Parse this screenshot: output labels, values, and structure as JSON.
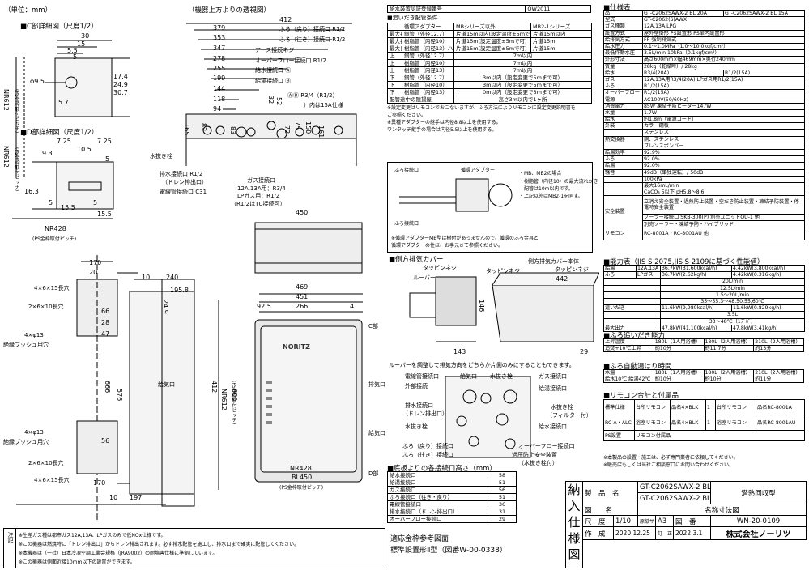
{
  "unit_label": "（単位：mm）",
  "pipe_detail": {
    "c_title": "■C部詳細図（尺度1/2）",
    "c_dims": [
      "30",
      "15",
      "5.5",
      "5",
      "φ9.5",
      "5.7",
      "17.4",
      "24.9",
      "30.7",
      "NR612",
      "(PS金枠取付ピッチ)"
    ],
    "d_title": "■D部詳細図（尺度1/2）",
    "d_dims": [
      "7.25",
      "7.25",
      "10.5",
      "5",
      "9.3",
      "NR612",
      "(PS金枠取付ピッチ)",
      "16.3",
      "5",
      "15.5",
      "5",
      "15.5",
      "NR428",
      "(PS金枠取付ピッチ)"
    ]
  },
  "top_view": {
    "title": "（機器上方よりの透視図）",
    "dims": [
      "412",
      "379",
      "353",
      "347",
      "278",
      "255",
      "199",
      "144",
      "118",
      "94",
      "83",
      "52",
      "32",
      "165",
      "82",
      "72",
      "75",
      "150",
      "161"
    ],
    "labels": [
      "ふろ（戻り）接続口 R1/2",
      "ふろ（往き）接続口 R1/2",
      "アース接続ネジ",
      "オーバーフロー接続口 R1/2",
      "給水接続口 Ⓐ",
      "給湯接続口 Ⓑ",
      "ⒶⒷ R3/4（R1/2）",
      "）内は15A仕様",
      "水抜き栓",
      "排水接続口 R1/2",
      "（ドレン排出口）",
      "電線管接続口 C31",
      "ガス接続口",
      "12A,13A用：R3/4",
      "LPガス用：R1/2",
      "（R1/2はTU接続可）"
    ]
  },
  "front_views": {
    "dims_left": [
      "170",
      "20",
      "66",
      "28",
      "47",
      "56",
      "4×φ13",
      "4×φ13",
      "170",
      "197",
      "10"
    ],
    "left_labels": [
      "4×6×15長穴",
      "2×6×10長穴",
      "4×φ13",
      "絶縁ブッシュ用穴",
      "4×φ13",
      "絶縁ブッシュ用穴",
      "2×6×10長穴",
      "4×6×15長穴"
    ],
    "side_dims": [
      "240",
      "10",
      "195.8",
      "24.9",
      "576",
      "666",
      "412",
      "NR612",
      "(PS金枠取付ピッチ)"
    ],
    "side_labels": [
      "給気口"
    ],
    "front_dims": [
      "450",
      "469",
      "451",
      "92.5",
      "266",
      "4",
      "NR428",
      "BL450",
      "(PS金枠取付ピッチ)",
      "600"
    ],
    "front_labels": [
      "C部",
      "排気口",
      "給気口",
      "D部"
    ],
    "brand": "NORITZ"
  },
  "conversion": {
    "title": "給水装置認証登録番号",
    "number": "OW2011",
    "subtitle": "■追いだき配管条件",
    "header": [
      "",
      "循環アダプター",
      "MBシリーズ以外",
      "MB2-1シリーズ"
    ],
    "rows": [
      [
        "最大長さ",
        "銅管（外径12.7）",
        "片道15m以内(設定温度±5mで可)",
        "片道15m以内"
      ],
      [
        "最大長さ",
        "樹脂管（内径10）",
        "片道15m(設定温度±5mで可)",
        "片道15m"
      ],
      [
        "最大長さ",
        "樹脂管（内径13）ハイブリッドホース（内径13）",
        "片道15m(設定温度±5mで可)",
        "片道15m"
      ],
      [
        "上",
        "銅管（外径12.7）",
        "7m以内",
        ""
      ],
      [
        "上",
        "樹脂管（内径10）",
        "7m以内",
        ""
      ],
      [
        "上",
        "樹脂管（内径13）",
        "7m以内",
        ""
      ],
      [
        "下",
        "銅管（外径12.7）",
        "3m以内（設定変更で5mまで可）",
        ""
      ],
      [
        "下",
        "樹脂管（内径10）",
        "3m以内（設定変更で5mまで可）",
        ""
      ],
      [
        "下",
        "樹脂管（内径13）",
        "0m以内（設定変更で3mまで可）",
        ""
      ]
    ],
    "footer": [
      "配管途中の陸揚屋",
      "高さ3m以内で1ヶ所"
    ],
    "notes": [
      "※設定変更はリモコンでおこないますが、ふろ方法によりリモコンに設定変更説明書を",
      "ご参照ください。",
      "※異種アダプターの継手は内径8.8以上を使用する。",
      "ワンタッチ継手の場合は内径5.5以上を使用する。"
    ],
    "adapter": {
      "labels": [
        "ふろ接続口",
        "循環アダプター",
        "ふろ接続口",
        "・MB、MB2の場合",
        "・樹脂管（内径10）の最大流れがき",
        "配管は10m以内です。",
        "・上記以外はMB2-1を同す。"
      ],
      "note1": "※循環アダプターMB型は樹付があっませんので、循環のふろ金具と",
      "note2": "循環アダプターの性ほ、お手元さて参照ください。"
    }
  },
  "louver": {
    "title": "■側方排気カバー",
    "labels": [
      "タッピンネジ",
      "ルーバー",
      "タッピンネジ",
      "側方排気カバー本体",
      "タッピンネジ"
    ],
    "dims": [
      "442",
      "146",
      "143",
      "29"
    ],
    "note": "ルーバーを調整して排気方向をどちらか片側のみにすることもできます。"
  },
  "bottom_view": {
    "labels_left": [
      "電線管接続口",
      "外部接続",
      "排水接続口",
      "（ドレン排出口）",
      "水抜き栓",
      "ふろ（戻り）接続口",
      "ふろ（往き）接続口"
    ],
    "labels_top": [
      "給気口",
      "水抜き栓"
    ],
    "labels_right": [
      "ガス接続口",
      "給湯接続口",
      "水抜き栓",
      "（フィルター付）",
      "給水接続口",
      "オーバーフロー接続口",
      "過圧防止安全装置",
      "（水抜き栓付）"
    ]
  },
  "bottom_table": {
    "title": "■底板よりの各接続口高さ（mm）",
    "rows": [
      [
        "給水接続口",
        "58"
      ],
      [
        "給湯接続口",
        "51"
      ],
      [
        "ガス接続口",
        "56"
      ],
      [
        "ふろ接続口（往き・戻り）",
        "51"
      ],
      [
        "電線管接続口",
        "36"
      ],
      [
        "排水接続口（ドレン排出口）",
        "31"
      ],
      [
        "オーバーフロー接続口",
        "29"
      ]
    ]
  },
  "spec": {
    "title": "■仕様表",
    "rows": [
      [
        "品",
        "名",
        "GT-C2062SAWX-2 BL 20A",
        "GT-C2062SAWX-2 BL 15A"
      ],
      [
        "型式",
        "GT-C2062(S)AWX"
      ],
      [
        "ガス種類",
        "12A,13A,LPG"
      ],
      [
        "設置方式",
        "屋外壁掛形 PS設置形 PS扉内設置形"
      ],
      [
        "給排気方式",
        "FF-強制排気式"
      ],
      [
        "給水圧力",
        "0.1〜1.0MPa（1.0〜10.0kgf/cm²）"
      ],
      [
        "最低作動水圧",
        "3.5L/min 10kPa（0.1kgf/cm²）"
      ],
      [
        "外形寸法",
        "高さ600mm×幅469mm×奥行240mm"
      ],
      [
        "質量",
        "28kg（乾燥時）/ 28kg"
      ],
      [
        "給水",
        "R3/4(20A)",
        "R1/2(15A)"
      ],
      [
        "ガス",
        "12A,13A用R3/4(20A) LPガス用R1/2(15A)"
      ],
      [
        "ふろ",
        "R1/2(15A)"
      ],
      [
        "オーバーフロー",
        "R1/2(15A)"
      ],
      [
        "電源",
        "AC100V(50/60Hz)"
      ],
      [
        "消費電力",
        "85W 凍結予防ヒーター147W"
      ],
      [
        "水量",
        "1.7W"
      ],
      [
        "給水",
        "約1.8m（電源コード）"
      ],
      [
        "外装",
        "カラー鋼板"
      ],
      [
        "",
        "ステンレス"
      ],
      [
        "熱交換器",
        "銅、ステンレス"
      ],
      [
        "",
        "ブレンスポンバー"
      ],
      [
        "給湯効率",
        "92.9%"
      ],
      [
        "ふろ",
        "92.0%"
      ],
      [
        "給湯",
        "92.0%"
      ],
      [
        "騒音",
        "49dB（単独運転）/ 50dB"
      ],
      [
        "",
        "100kPa"
      ],
      [
        "",
        "最大16mL/min"
      ],
      [
        "",
        "CaCO₃ 5以下 pH5.8〜8.6"
      ],
      [
        "安全装置",
        "立消え安全装置・過熱防止装置・空だき防止装置・凍結予防装置・停電時安全装置"
      ],
      [
        "",
        "ソーラー接続口 SKB-300(P) 別売ユニットQU-1 他"
      ],
      [
        "",
        "別売ソーラー・凍結予防・ハイブリッド"
      ],
      [
        "リモコン",
        "RC-8001A・RC-8001AU 他"
      ]
    ]
  },
  "ability": {
    "title": "■能力表（JIS S 2075,JIS S 2109に基づく性能値）",
    "rows": [
      [
        "給湯",
        "12A,13A",
        "36.7kW(31,600kcal/h)",
        "LPガス",
        "4.42kW(3,800kcal/h)"
      ],
      [
        "ふろ",
        "LPガス",
        "36.7kW(2.62kg/h)",
        "4.42kW(0.316kg/h)"
      ],
      [
        "",
        "",
        "20L/min"
      ],
      [
        "",
        "",
        "12.5L/min"
      ],
      [
        "",
        "",
        "1.5〜20L/min"
      ],
      [
        "",
        "",
        "35〜55.3〜48.50,55,60℃"
      ],
      [
        "追いだき",
        "",
        "11.6kW(9,980kcal/h)",
        "LPガス",
        "11.6kW(0.829kg/h)"
      ],
      [
        "",
        "",
        "3.5L"
      ],
      [
        "",
        "",
        "33〜48℃（1ﾃﾞﾊﾞ）"
      ],
      [
        "最大出力",
        "",
        "47.8kW(41,100kcal/h)",
        "LPガス",
        "47.8kW(3.41kg/h)"
      ]
    ]
  },
  "reheat": {
    "title": "■ふろ追いだき能力",
    "header": [
      "上昇温度",
      "180L（1人用浴槽）",
      "180L（2人用浴槽）",
      "210L（2人用浴槽）"
    ],
    "rows": [
      [
        "追焚+10℃上昇",
        "約10分",
        "約11.7分",
        "約13分"
      ]
    ]
  },
  "hotwater": {
    "title": "■ふろ自動湯はり時間",
    "header": [
      "水温",
      "180L（1人用浴槽）",
      "180L（2人用浴槽）",
      "210L（2人用浴槽）"
    ],
    "rows": [
      [
        "給水10℃ 給湯42℃",
        "約10分",
        "約10分",
        "約11分"
      ]
    ]
  },
  "remote_table": {
    "title": "■リモコン合計と付属品",
    "rows": [
      [
        "標準仕様",
        "台所リモコン",
        "品名4×BLK",
        "1",
        "台所リモコン",
        "品名RC-8001A"
      ],
      [
        "RC-A・ALC",
        "浴室リモコン",
        "品名4×BLK",
        "1",
        "浴室リモコン",
        "品名RC-8001AU"
      ],
      [
        "PS設置",
        "リモコン付属品"
      ]
    ]
  },
  "remote_notes": [
    "※本製品の設置・施工は、必ず専門業者に依頼してください。",
    "※販売店もしくは当社ご相談窓口にお問い合わせください。"
  ],
  "vertical_label": [
    "納",
    "入",
    "仕",
    "様",
    "図"
  ],
  "title_block": {
    "product_label": "製　品　名",
    "product1": "GT-C2062SAWX-2 BL 20A",
    "product2": "GT-C2062SAWX-2 BL 15A",
    "type": "潜熱回収型",
    "drawing_label": "図　　名",
    "drawing_name": "名称寸法図",
    "scale_label": "尺　度",
    "scale": "1/10",
    "size_label": "原紙サイズ",
    "size": "A3",
    "drawing_no_label": "図　番",
    "drawing_no": "WN-20-0109",
    "date_label": "作　成",
    "date": "2020.12.25",
    "revision_label": "訂　正",
    "revision": "2022.3.1",
    "company": "株式会社ノーリツ"
  },
  "bottom_note": {
    "label": "注記",
    "lines": [
      "※生産ガス種は都市ガス12A,13A、LPガスのみで低NOx仕様です。",
      "※この機器は燃焼時に「ドレン排出口」からドレン排出されます。必ず排水配管を施工し、排水口まで確実に配管してください。",
      "※本機器は（一社）日本冷凍空調工業会規格（JRA9002）の耐塩害仕様に準拠しています。",
      "※この機器は側面近接10mm以下の設置ができます。"
    ],
    "cert_lines": [
      "適応金枠参考図面",
      "標準設置形Ⅱ型（図番W-00-0338）"
    ]
  }
}
